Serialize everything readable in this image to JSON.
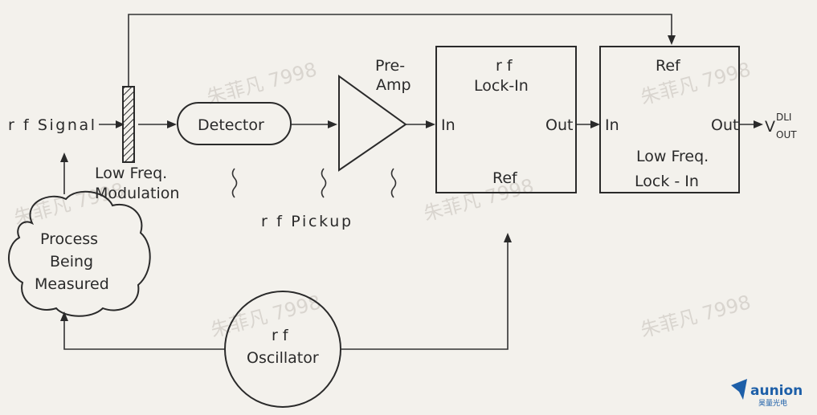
{
  "diagram": {
    "labels": {
      "rf_signal": "r f  Signal",
      "low_freq": "Low Freq.",
      "modulation": "Modulation",
      "detector": "Detector",
      "pre": "Pre-",
      "amp": "Amp",
      "rf_pickup": "r f  Pickup",
      "rf_lockin_rf": "r f",
      "rf_lockin_title": "Lock-In",
      "rf_lockin_in": "In",
      "rf_lockin_out": "Out",
      "rf_lockin_ref": "Ref",
      "lf_lockin_ref": "Ref",
      "lf_lockin_in": "In",
      "lf_lockin_out": "Out",
      "lf_lockin_title1": "Low Freq.",
      "lf_lockin_title2": "Lock - In",
      "v_out": "V",
      "v_sup": "DLI",
      "v_sub": "OUT",
      "process_1": "Process",
      "process_2": "Being",
      "process_3": "Measured",
      "osc_rf": "r f",
      "osc_name": "Oscillator"
    },
    "watermark": "朱菲凡 7998",
    "logo": {
      "name": "aunion",
      "subtitle": "昊量光电",
      "color": "#1d5fa8"
    }
  }
}
